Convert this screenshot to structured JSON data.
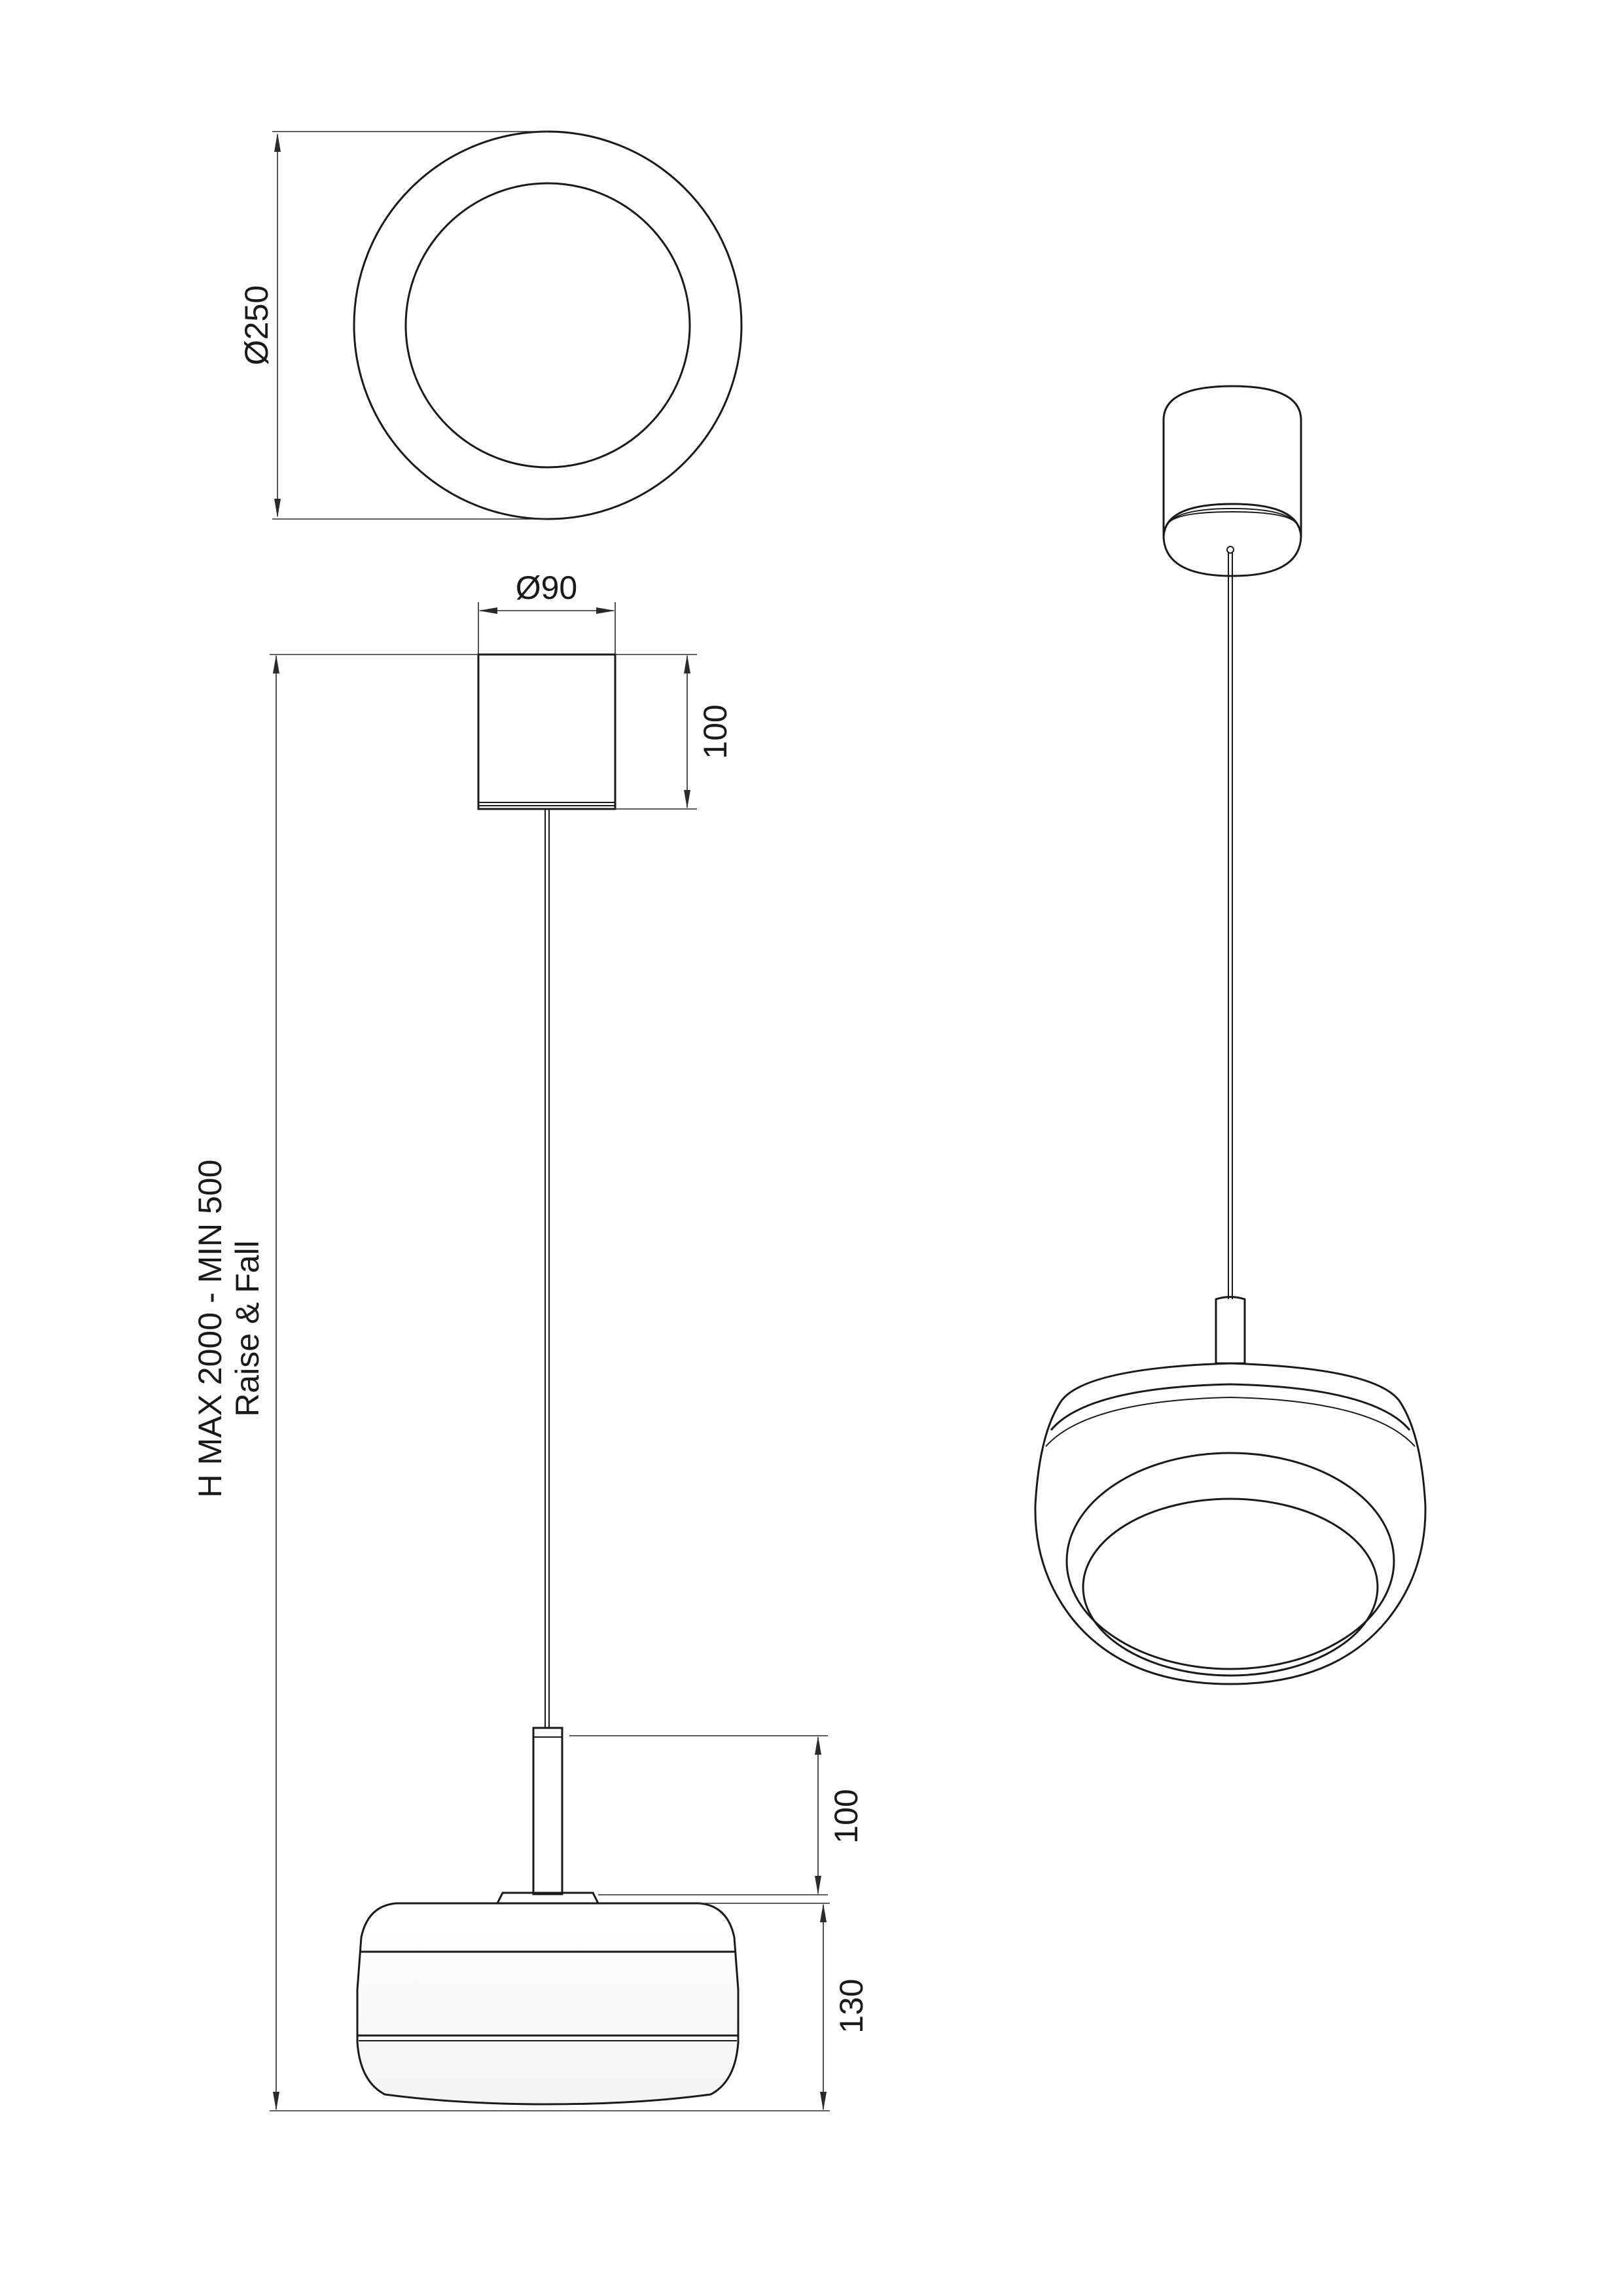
{
  "dimensions": {
    "canopy_top_diameter": "Ø250",
    "canopy_diameter": "Ø90",
    "canopy_height": "100",
    "stem_height": "100",
    "shade_height": "130"
  },
  "notes": {
    "height_range": "H MAX 2000 - MIN 500",
    "mechanism": "Raise & Fall"
  }
}
